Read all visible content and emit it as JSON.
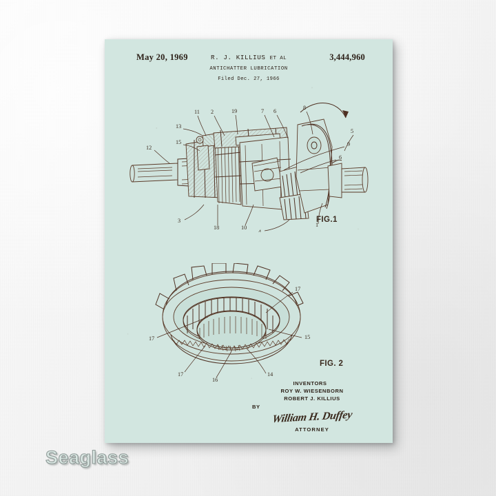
{
  "scene": {
    "wall_color": "#f4f4f4",
    "poster_bg": "#d2e6e0",
    "ink_color": "#5a3a28"
  },
  "caption": {
    "text": "Seaglass"
  },
  "patent": {
    "issue_date": "May 20, 1969",
    "patent_number": "3,444,960",
    "inventor_header": "R. J. KILLIUS",
    "et_al": "ET AL",
    "title": "ANTICHATTER LUBRICATION",
    "filed": "Filed Dec. 27, 1966"
  },
  "figures": [
    {
      "id": "fig1",
      "label": "FIG.1",
      "reference_numerals": [
        "11",
        "2",
        "19",
        "7",
        "6",
        "8",
        "13",
        "15",
        "12",
        "9",
        "6",
        "5",
        "3",
        "18",
        "10",
        "4",
        "1"
      ],
      "description": "cutaway assembly of differential gear unit with shafts"
    },
    {
      "id": "fig2",
      "label": "FIG. 2",
      "reference_numerals": [
        "17",
        "17",
        "17",
        "15",
        "16",
        "14"
      ],
      "description": "perspective view of splined ring gear"
    }
  ],
  "signature": {
    "inventors_heading": "INVENTORS",
    "inventor_1": "ROY W. WIESENBORN",
    "inventor_2": "ROBERT J. KILLIUS",
    "by_label": "BY",
    "attorney_signature": "William H. Duffey",
    "attorney_label": "ATTORNEY"
  }
}
